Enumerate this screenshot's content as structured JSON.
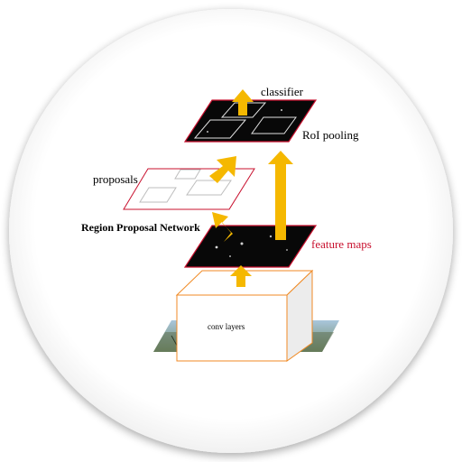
{
  "diagram": {
    "labels": {
      "classifier": "classifier",
      "roi_pooling": "RoI pooling",
      "proposals": "proposals",
      "rpn": "Region Proposal Network",
      "feature_maps": "feature maps",
      "conv_layers": "conv layers",
      "image": "image"
    },
    "colors": {
      "arrow": "#f5b800",
      "feature_map_fill": "#080808",
      "feature_map_border": "#c8102e",
      "feature_maps_text": "#c8102e",
      "proposal_border": "#c8102e",
      "conv_box_border": "#f08a24",
      "box_outline": "#dddddd"
    }
  }
}
